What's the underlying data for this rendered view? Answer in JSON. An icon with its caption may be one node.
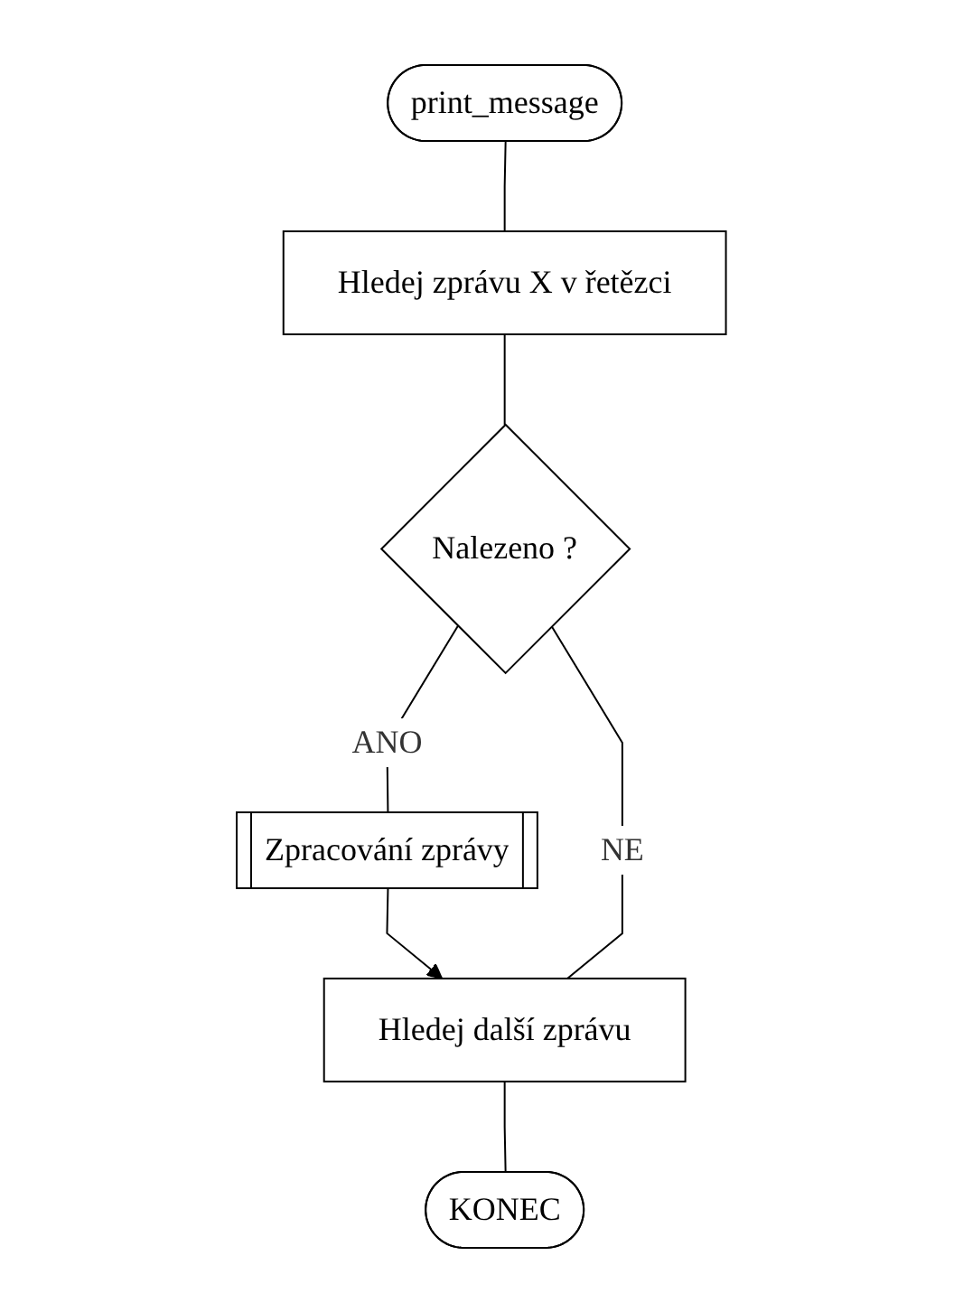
{
  "diagram": {
    "nodes": [
      {
        "text": [
          "print_message"
        ]
      },
      {
        "text": [
          "Hledej zprávu X v řetězci"
        ]
      },
      {
        "text": [
          "Nalezeno ?"
        ]
      },
      {
        "text": [
          "Zpracování zprávy"
        ]
      },
      {
        "text": [
          "Hledej další zprávu"
        ]
      },
      {
        "text": [
          "KONEC"
        ]
      }
    ],
    "edges": [
      {
        "from": 0,
        "to": 1,
        "arrow": "none"
      },
      {
        "from": 1,
        "to": 2,
        "arrow": "none"
      },
      {
        "from": 2,
        "to": 3,
        "label": "ANO",
        "arrow": "none"
      },
      {
        "from": 3,
        "to": 4,
        "arrow": "to"
      },
      {
        "from": 2,
        "to": 4,
        "label": "NE",
        "arrow": "none"
      },
      {
        "from": 4,
        "to": 5,
        "arrow": "none"
      }
    ]
  }
}
